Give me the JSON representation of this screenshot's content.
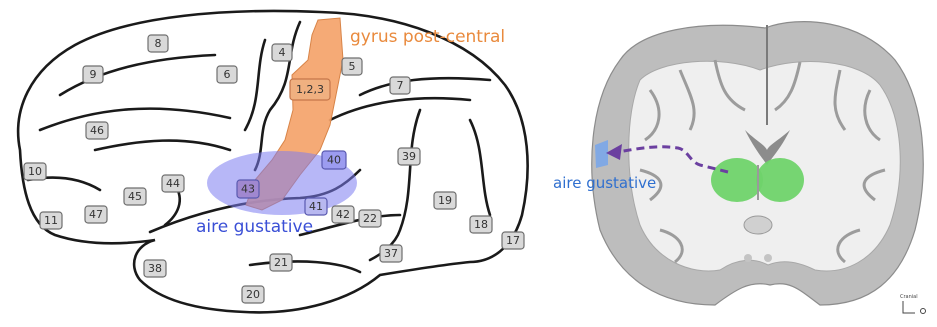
{
  "left_panel": {
    "labels": {
      "postcentral": "gyrus post-central",
      "gustatory": "aire gustative"
    },
    "areas": [
      {
        "id": "8",
        "label": "8"
      },
      {
        "id": "4",
        "label": "4"
      },
      {
        "id": "5",
        "label": "5"
      },
      {
        "id": "9",
        "label": "9"
      },
      {
        "id": "6",
        "label": "6"
      },
      {
        "id": "7",
        "label": "7"
      },
      {
        "id": "123",
        "label": "1,2,3"
      },
      {
        "id": "46",
        "label": "46"
      },
      {
        "id": "40",
        "label": "40"
      },
      {
        "id": "39",
        "label": "39"
      },
      {
        "id": "10",
        "label": "10"
      },
      {
        "id": "44",
        "label": "44"
      },
      {
        "id": "45",
        "label": "45"
      },
      {
        "id": "43",
        "label": "43"
      },
      {
        "id": "41",
        "label": "41"
      },
      {
        "id": "42",
        "label": "42"
      },
      {
        "id": "22",
        "label": "22"
      },
      {
        "id": "19",
        "label": "19"
      },
      {
        "id": "11",
        "label": "11"
      },
      {
        "id": "47",
        "label": "47"
      },
      {
        "id": "18",
        "label": "18"
      },
      {
        "id": "17",
        "label": "17"
      },
      {
        "id": "37",
        "label": "37"
      },
      {
        "id": "21",
        "label": "21"
      },
      {
        "id": "38",
        "label": "38"
      },
      {
        "id": "20",
        "label": "20"
      }
    ]
  },
  "right_panel": {
    "labels": {
      "gustatory": "aire gustative",
      "orientation": "Cranial"
    }
  },
  "colors": {
    "postcentral": "#f4a36a",
    "gustatory_region": "#7b7bf0",
    "thalamus": "#6fd36a",
    "arrow": "#6b3fa0",
    "text_orange": "#e98a3d",
    "text_blue": "#3a4fd6"
  }
}
